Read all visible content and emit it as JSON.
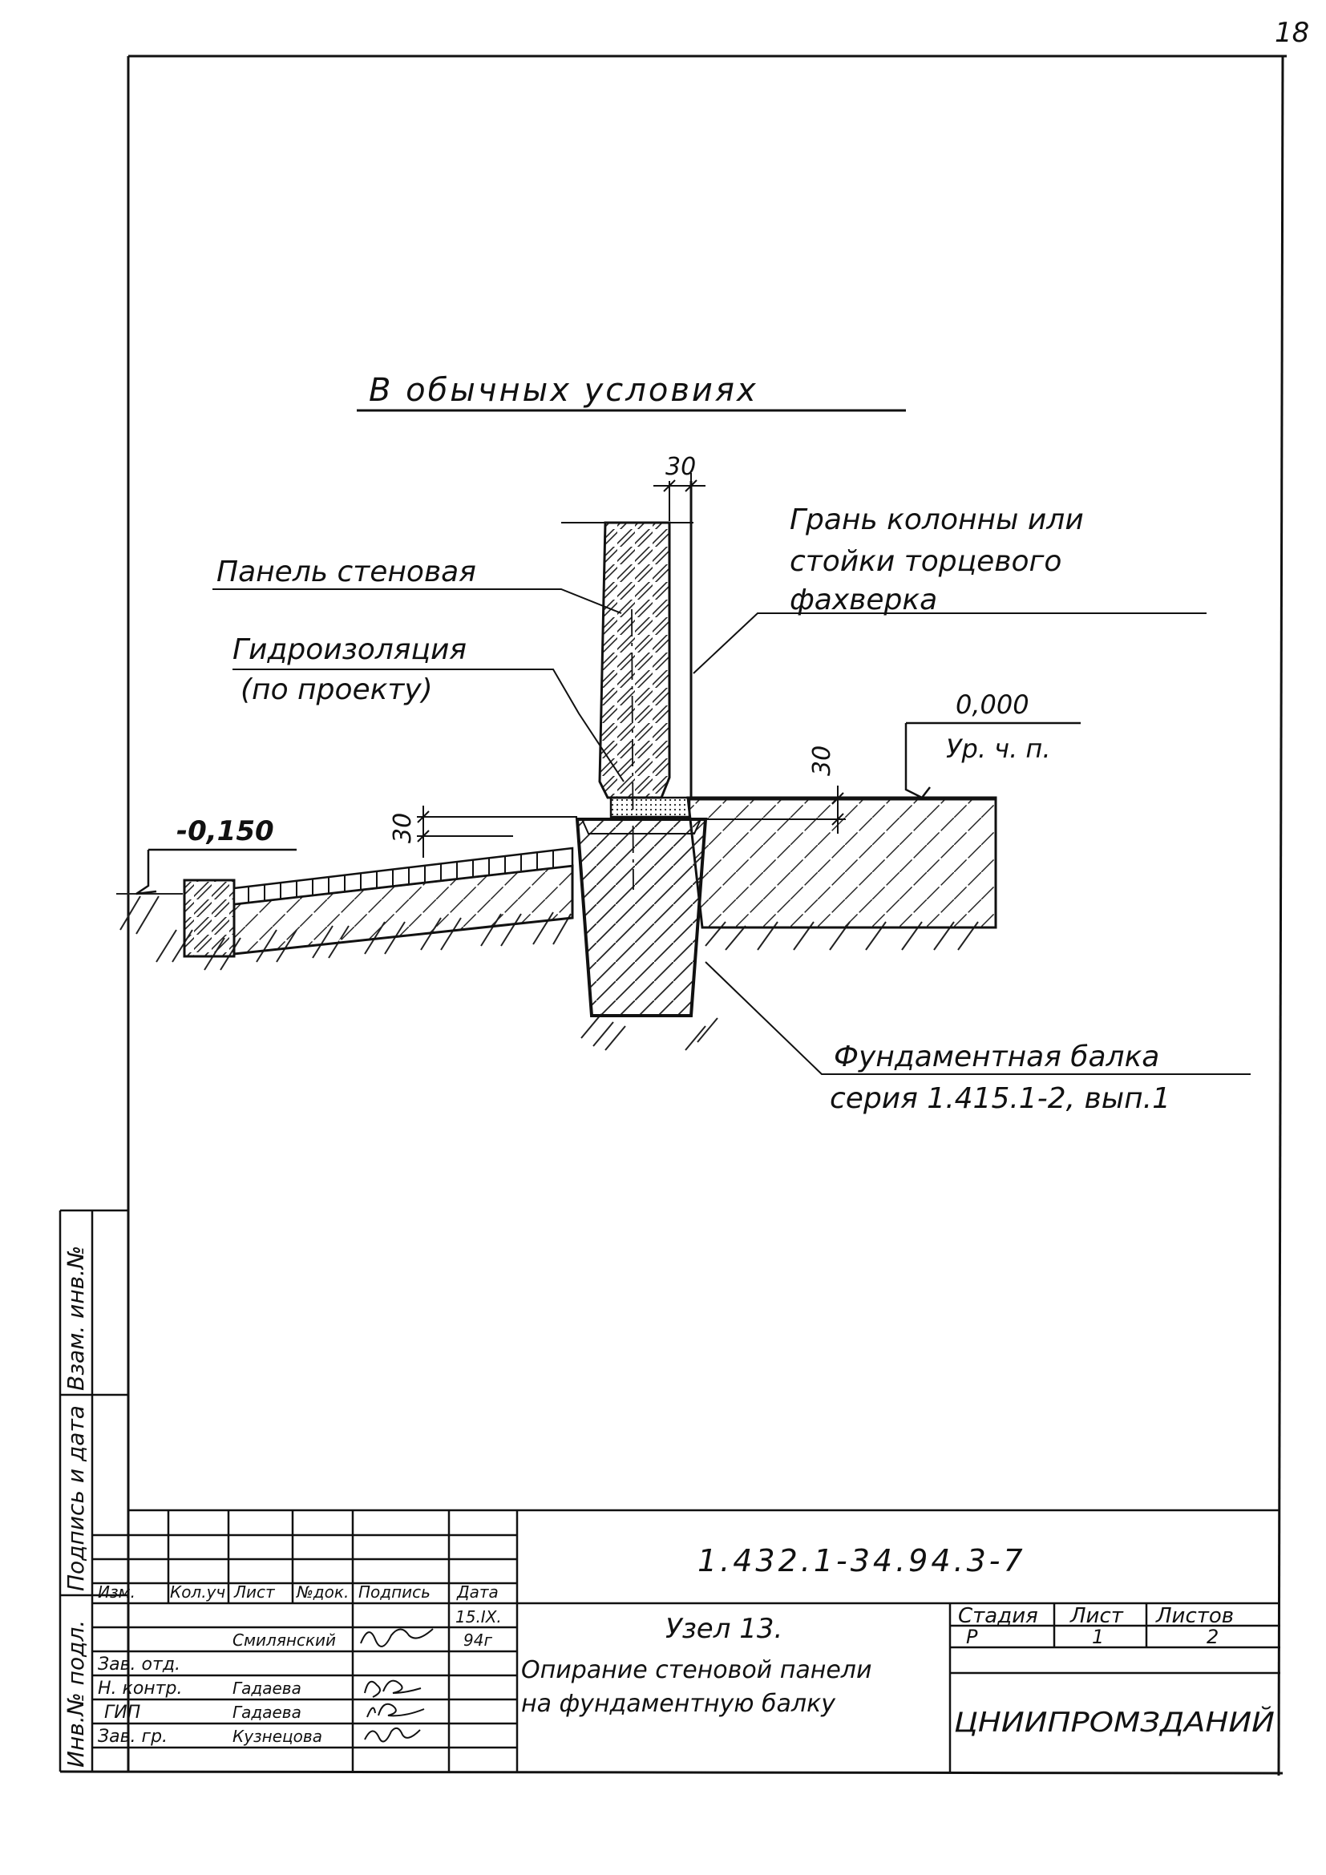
{
  "sheet_number": "18",
  "heading": "В обычных условиях",
  "callouts": {
    "panel": "Панель стеновая",
    "waterproofing_1": "Гидроизоляция",
    "waterproofing_2": "(по проекту)",
    "column_1": "Грань колонны или",
    "column_2": "стойки торцевого",
    "column_3": "фахверка",
    "beam_1": "Фундаментная балка",
    "beam_2": "серия 1.415.1-2, вып.1"
  },
  "dimensions": {
    "gap_top": "30",
    "gap_right": "30",
    "gap_left": "30"
  },
  "levels": {
    "floor": "0,000",
    "floor_label": "Ур. ч. п.",
    "ground": "-0,150"
  },
  "side_stamp": [
    "Инв.№ подл.",
    "Подпись и дата",
    "Взам. инв.№"
  ],
  "title_block": {
    "designation": "1.432.1-34.94.3-7",
    "header_cols": [
      "Изм.",
      "Кол.уч",
      "Лист",
      "№док.",
      "Подпись",
      "Дата"
    ],
    "date": [
      "15.IX.",
      "94г"
    ],
    "staff": [
      {
        "role": "Зав. отд.",
        "name": "Смилянский"
      },
      {
        "role": "Н. контр.",
        "name": "Гадаева"
      },
      {
        "role": "ГИП",
        "name": "Гадаева"
      },
      {
        "role": "Зав. гр.",
        "name": "Кузнецова"
      }
    ],
    "node_title": "Узел 13.",
    "node_desc_1": "Опирание стеновой панели",
    "node_desc_2": "на фундаментную балку",
    "stage_label": "Стадия",
    "sheet_label": "Лист",
    "sheets_label": "Листов",
    "stage_value": "Р",
    "sheet_value": "1",
    "sheets_value": "2",
    "organization": "ЦНИИПРОМЗДАНИЙ"
  }
}
